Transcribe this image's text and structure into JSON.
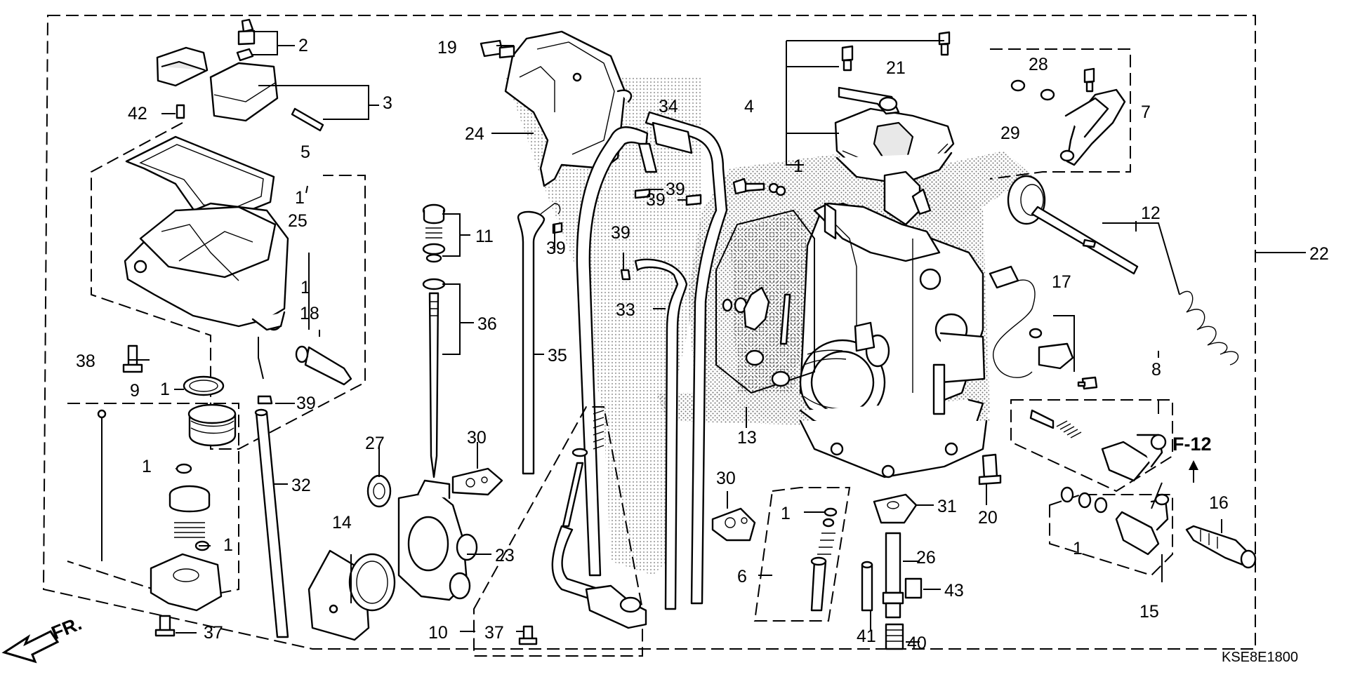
{
  "diagram": {
    "code": "KSE8E1800",
    "front_label": "FR.",
    "reference_label": "F-12",
    "callouts": [
      "1",
      "2",
      "3",
      "4",
      "5",
      "6",
      "7",
      "8",
      "9",
      "10",
      "11",
      "12",
      "13",
      "14",
      "15",
      "16",
      "17",
      "18",
      "19",
      "20",
      "21",
      "22",
      "23",
      "24",
      "25",
      "26",
      "27",
      "28",
      "29",
      "30",
      "31",
      "32",
      "33",
      "34",
      "35",
      "36",
      "37",
      "38",
      "39",
      "40",
      "41",
      "42",
      "43"
    ]
  },
  "colors": {
    "line": "#000000",
    "background": "#ffffff",
    "shade": "#e8e8e8"
  }
}
